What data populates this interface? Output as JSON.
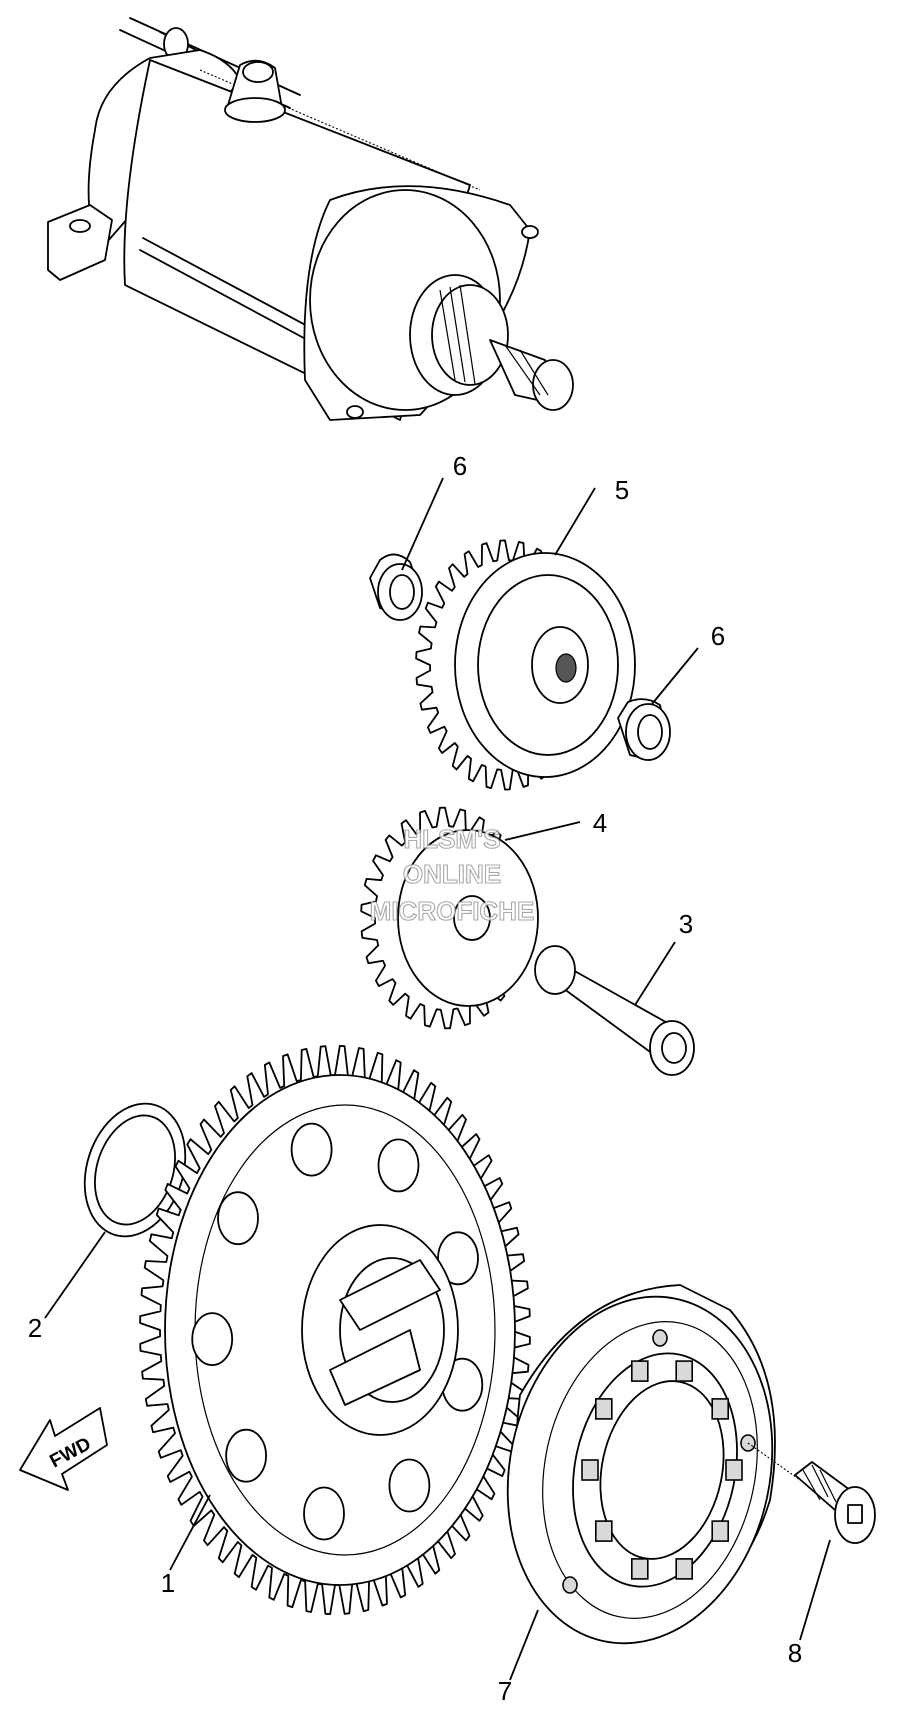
{
  "watermark": {
    "line1": "HLSM'S",
    "line2": "ONLINE",
    "line3": "MICROFICHE"
  },
  "direction_label": "FWD",
  "callouts": [
    {
      "id": "c1",
      "text": "1"
    },
    {
      "id": "c2",
      "text": "2"
    },
    {
      "id": "c3",
      "text": "3"
    },
    {
      "id": "c4",
      "text": "4"
    },
    {
      "id": "c5",
      "text": "5"
    },
    {
      "id": "c6a",
      "text": "6"
    },
    {
      "id": "c6b",
      "text": "6"
    },
    {
      "id": "c7",
      "text": "7"
    },
    {
      "id": "c8",
      "text": "8"
    }
  ]
}
